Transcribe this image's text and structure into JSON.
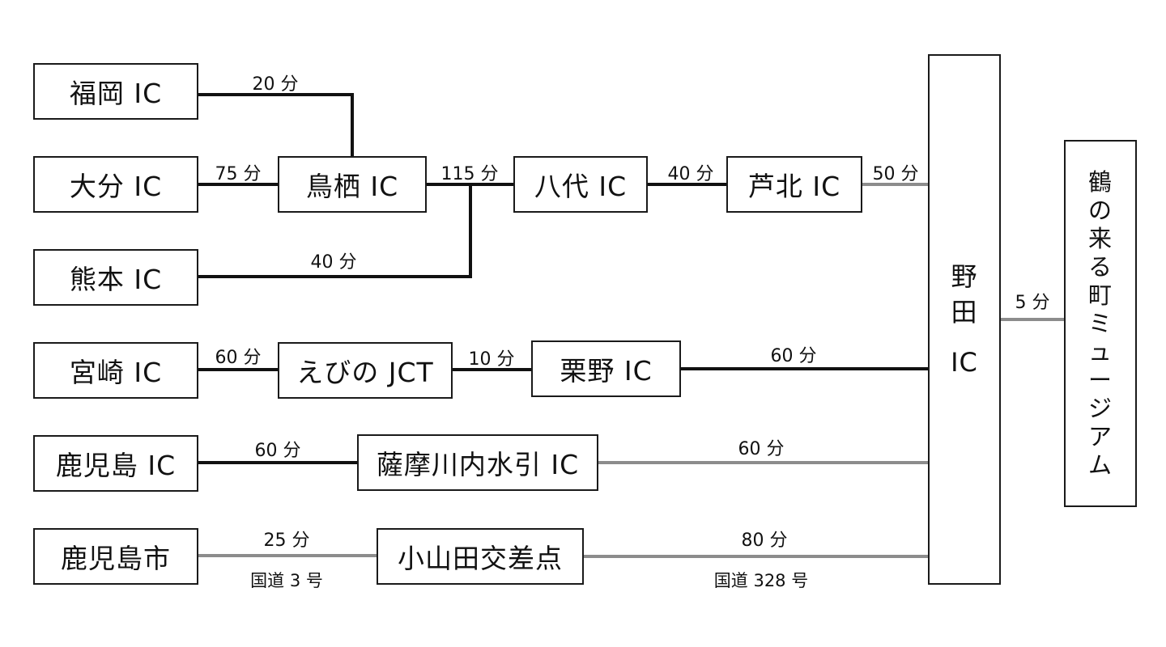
{
  "nodes": {
    "fukuoka_ic": "福岡 IC",
    "oita_ic": "大分 IC",
    "kumamoto_ic": "熊本 IC",
    "tosu_ic": "鳥栖 IC",
    "yatsushiro_ic": "八代 IC",
    "ashikita_ic": "芦北 IC",
    "miyazaki_ic": "宮崎 IC",
    "ebino_jct": "えびの JCT",
    "kurino_ic": "栗野 IC",
    "kagoshima_ic": "鹿児島 IC",
    "satsumasendai_ic": "薩摩川内水引 IC",
    "kagoshima_city": "鹿児島市",
    "koyamada": "小山田交差点",
    "noda_ic_line1": "野",
    "noda_ic_line2": "田",
    "noda_ic_line3": "IC",
    "museum": [
      "鶴",
      "の",
      "来",
      "る",
      "町",
      "ミ",
      "ュ",
      "ー",
      "ジ",
      "ア",
      "ム"
    ]
  },
  "times": {
    "fukuoka_tosu": "20 分",
    "oita_tosu": "75 分",
    "kumamoto_junction": "40 分",
    "tosu_yatsushiro": "115 分",
    "yatsushiro_ashikita": "40 分",
    "ashikita_noda": "50 分",
    "noda_museum": "5 分",
    "miyazaki_ebino": "60 分",
    "ebino_kurino": "10 分",
    "kurino_noda": "60 分",
    "kagoshima_satsumasendai": "60 分",
    "satsumasendai_noda": "60 分",
    "kagoshima_city_koyamada": "25 分",
    "koyamada_noda": "80 分"
  },
  "roads": {
    "route3": "国道 3 号",
    "route328": "国道 328 号"
  },
  "colors": {
    "expressway": "#111111",
    "general_road": "#8c8c8c",
    "box_border": "#1a1a1a"
  }
}
